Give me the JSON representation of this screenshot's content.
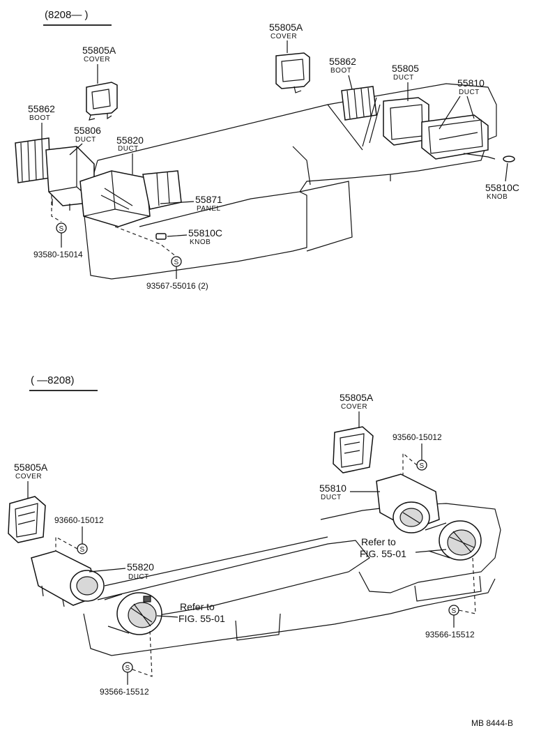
{
  "top_section": {
    "header": "(8208—    )",
    "cover_left": {
      "part_no": "55805A",
      "name": "COVER"
    },
    "cover_center": {
      "part_no": "55805A",
      "name": "COVER"
    },
    "boot_left": {
      "part_no": "55862",
      "name": "BOOT"
    },
    "duct_55806": {
      "part_no": "55806",
      "name": "DUCT"
    },
    "duct_55820": {
      "part_no": "55820",
      "name": "DUCT"
    },
    "panel": {
      "part_no": "55871",
      "name": "PANEL"
    },
    "knob_left": {
      "part_no": "55810C",
      "name": "KNOB"
    },
    "boot_right": {
      "part_no": "55862",
      "name": "BOOT"
    },
    "duct_55805": {
      "part_no": "55805",
      "name": "DUCT"
    },
    "duct_55810": {
      "part_no": "55810",
      "name": "DUCT"
    },
    "knob_right": {
      "part_no": "55810C",
      "name": "KNOB"
    },
    "screw_a": "93580-15014",
    "screw_b": "93567-55016 (2)",
    "s_symbol": "S"
  },
  "bottom_section": {
    "header": "(       —8208)",
    "cover_right": {
      "part_no": "55805A",
      "name": "COVER"
    },
    "screw_right_top": "93560-15012",
    "duct_right": {
      "part_no": "55810",
      "name": "DUCT"
    },
    "refer_right": {
      "line1": "Refer to",
      "line2": "FIG. 55-01"
    },
    "screw_right_bottom": "93566-15512",
    "cover_left": {
      "part_no": "55805A",
      "name": "COVER"
    },
    "screw_left_top": "93660-15012",
    "duct_left": {
      "part_no": "55820",
      "name": "DUCT"
    },
    "refer_left": {
      "line1": "Refer to",
      "line2": "FIG. 55-01"
    },
    "screw_left_bottom": "93566-15512",
    "s_symbol": "S"
  },
  "footer_code": "MB  8444-B"
}
